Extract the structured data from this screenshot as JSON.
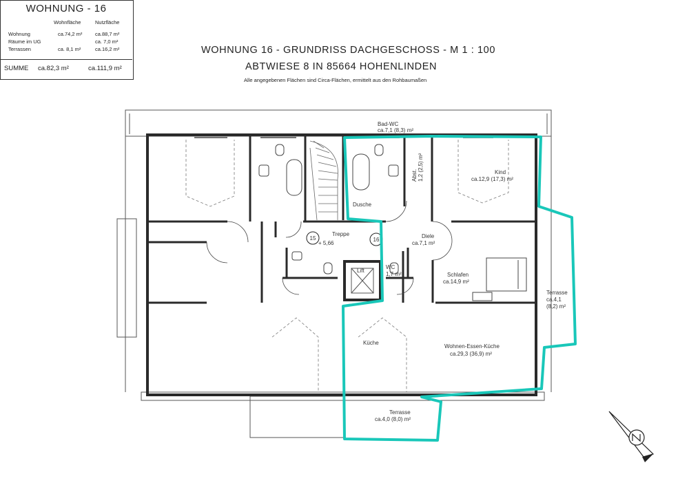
{
  "infobox": {
    "title": "WOHNUNG - 16",
    "col_wohnflaeche": "Wohnfläche",
    "col_nutzflaeche": "Nutzfläche",
    "rows": [
      {
        "label": "Wohnung",
        "wohnflaeche": "ca.74,2 m²",
        "nutzflaeche": "ca.88,7 m²"
      },
      {
        "label": "Räume im UG",
        "wohnflaeche": "",
        "nutzflaeche": "ca. 7,0 m²"
      },
      {
        "label": "Terrassen",
        "wohnflaeche": "ca. 8,1 m²",
        "nutzflaeche": "ca.16,2 m²"
      }
    ],
    "summe_label": "SUMME",
    "summe_wohnflaeche": "ca.82,3 m²",
    "summe_nutzflaeche": "ca.111,9 m²"
  },
  "header": {
    "line1": "WOHNUNG 16 - GRUNDRISS  DACHGESCHOSS - M 1 : 100",
    "line2": "ABTWIESE  8  IN 85664 HOHENLINDEN",
    "note": "Alle angegebenen Flächen sind Circa-Flächen, ermittelt aus den Rohbaumaßen"
  },
  "rooms": {
    "bad_name": "Bad-WC",
    "bad_area": "ca.7,1 (8,3) m²",
    "dusche": "Dusche",
    "abst_name": "Abst.",
    "abst_area": "1,2 (2,5) m²",
    "kind_name": "Kind",
    "kind_area": "ca.12,9 (17,3) m²",
    "treppe": "Treppe",
    "unit_15": "15",
    "unit_16": "16",
    "level": "+ 5,66",
    "diele_name": "Diele",
    "diele_area": "ca.7,1 m²",
    "lift": "Lift",
    "wc_name": "WC",
    "wc_area": "1,7 m²",
    "schlafen_name": "Schlafen",
    "schlafen_area": "ca.14,9 m²",
    "terrasse_east_name": "Terrasse",
    "terrasse_east_area1": "ca.4,1",
    "terrasse_east_area2": "(8,2) m²",
    "kueche": "Küche",
    "wek_name": "Wohnen-Essen-Küche",
    "wek_area": "ca.29,3 (36,9) m²",
    "terrasse_south_name": "Terrasse",
    "terrasse_south_area": "ca.4,0 (8,0) m²"
  },
  "colors": {
    "highlight": "#19c7b9",
    "wall": "#2a2a2a",
    "line": "#555555"
  },
  "icons": {
    "compass": "north-arrow-icon"
  }
}
